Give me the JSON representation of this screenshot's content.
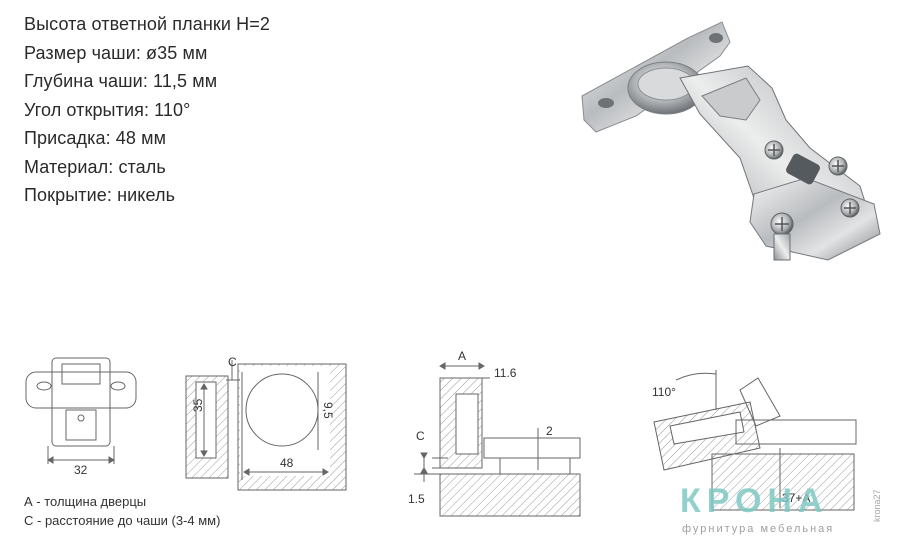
{
  "specs": [
    "Высота ответной планки H=2",
    "Размер чаши: ø35 мм",
    "Глубина чаши: 11,5 мм",
    "Угол открытия:  110°",
    "Присадка: 48 мм",
    "Материал: сталь",
    "Покрытие: никель"
  ],
  "notes": {
    "a": "А - толщина дверцы",
    "c": "С - расстояние до чаши (3-4 мм)"
  },
  "drawings": {
    "plate_width": "32",
    "cup_gap": "C",
    "cup_diameter": "35",
    "cup_offset": "9,5",
    "cup_drilling": "48",
    "door_thickness": "A",
    "cup_depth": "11.6",
    "side_gap": "C",
    "plate_height": "2",
    "base_offset": "1.5",
    "opening_angle": "110°",
    "overlay_formula": "37+A"
  },
  "logo": {
    "name": "КРОНА",
    "tagline": "фурнитура мебельная",
    "vertical": "krona27"
  },
  "colors": {
    "logo_teal": "#7fc8c4",
    "logo_grey": "#8a8f93",
    "hatch": "#888888"
  }
}
